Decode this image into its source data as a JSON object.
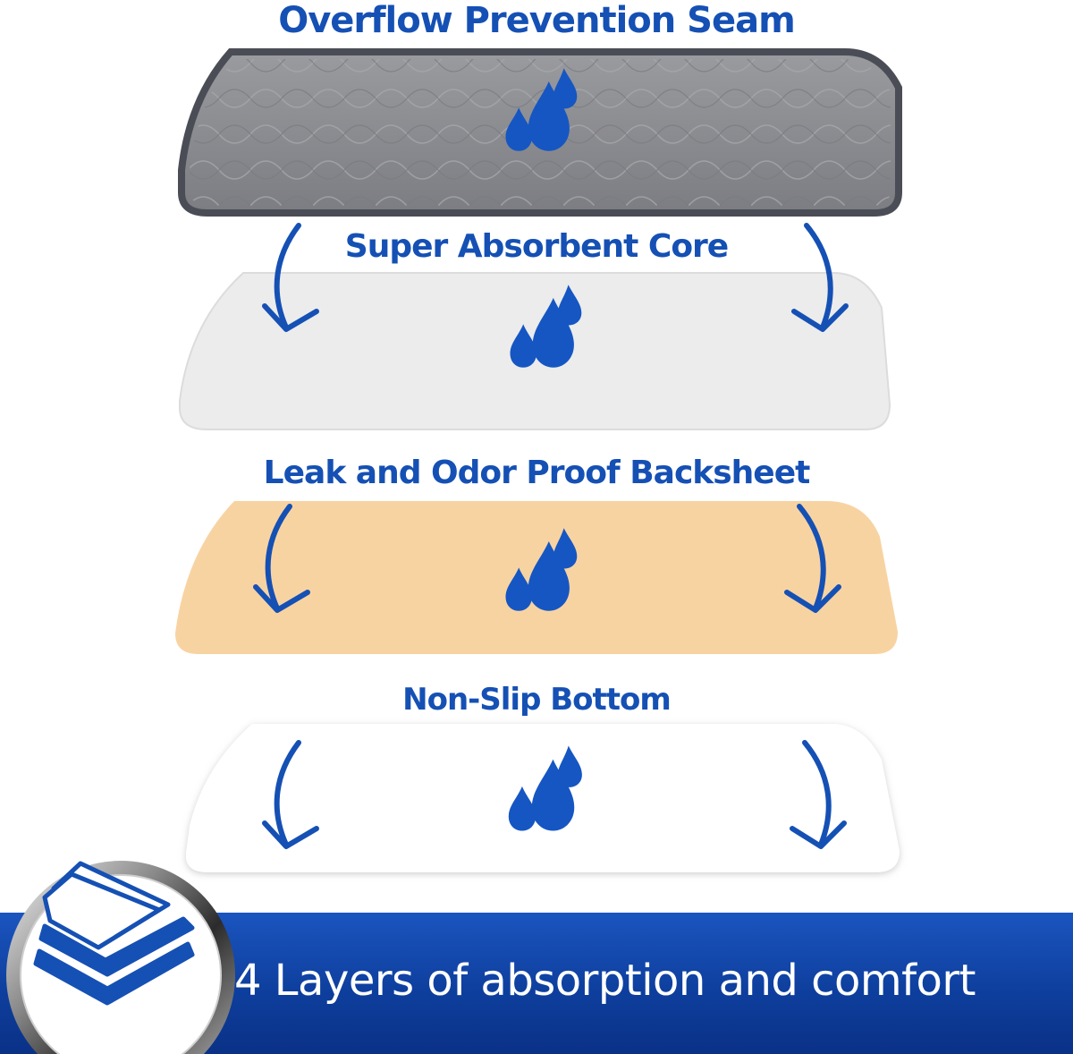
{
  "layers": [
    {
      "title": "Overflow Prevention Seam",
      "color": "#8c8d91"
    },
    {
      "title": "Super Absorbent Core",
      "color": "#ebebeb"
    },
    {
      "title": "Leak and Odor Proof Backsheet",
      "color": "#f8d3a2"
    },
    {
      "title": "Non-Slip Bottom",
      "color": "#ffffff"
    }
  ],
  "accent_color": "#1550b4",
  "banner": {
    "text": "4 Layers of absorption and comfort",
    "badge_icon": "stacked-layers-icon"
  },
  "icons": [
    "water-drops-icon",
    "curved-down-arrow-icon",
    "stacked-layers-icon"
  ]
}
